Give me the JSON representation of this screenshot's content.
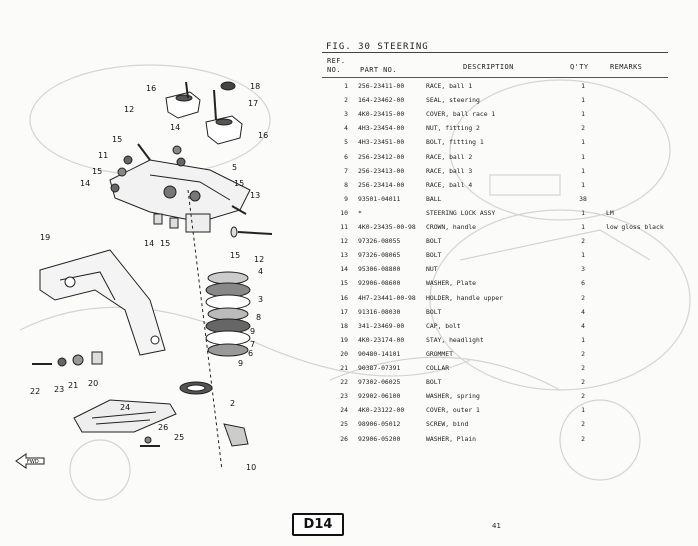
{
  "header": {
    "figure_title": "FIG. 30  STEERING"
  },
  "table": {
    "columns": {
      "ref_no_1": "REF.",
      "ref_no_2": "NO.",
      "part_no": "PART NO.",
      "description": "DESCRIPTION",
      "qty": "Q'TY",
      "remarks": "REMARKS"
    },
    "rows": [
      {
        "ref": "1",
        "part": "256-23411-00",
        "desc": "RACE, ball 1",
        "qty": "1",
        "rem": ""
      },
      {
        "ref": "2",
        "part": "164-23462-00",
        "desc": "SEAL, steering",
        "qty": "1",
        "rem": ""
      },
      {
        "ref": "3",
        "part": "4K0-23415-00",
        "desc": "COVER, ball race 1",
        "qty": "1",
        "rem": ""
      },
      {
        "ref": "4",
        "part": "4H3-23454-00",
        "desc": "NUT, fitting 2",
        "qty": "2",
        "rem": ""
      },
      {
        "ref": "5",
        "part": "4H3-23451-00",
        "desc": "BOLT, fitting 1",
        "qty": "1",
        "rem": ""
      },
      {
        "ref": "6",
        "part": "256-23412-00",
        "desc": "RACE, ball 2",
        "qty": "1",
        "rem": ""
      },
      {
        "ref": "7",
        "part": "256-23413-00",
        "desc": "RACE, ball 3",
        "qty": "1",
        "rem": ""
      },
      {
        "ref": "8",
        "part": "256-23414-00",
        "desc": "RACE, ball 4",
        "qty": "1",
        "rem": ""
      },
      {
        "ref": "9",
        "part": "93501-04011",
        "desc": "BALL",
        "qty": "38",
        "rem": ""
      },
      {
        "ref": "10",
        "part": "*",
        "desc": "STEERING LOCK ASSY",
        "qty": "1",
        "rem": "LM"
      },
      {
        "ref": "11",
        "part": "4K0-23435-00-98",
        "desc": "CROWN, handle",
        "qty": "1",
        "rem": "low gloss black"
      },
      {
        "ref": "12",
        "part": "97326-08055",
        "desc": "BOLT",
        "qty": "2",
        "rem": ""
      },
      {
        "ref": "13",
        "part": "97326-08065",
        "desc": "BOLT",
        "qty": "1",
        "rem": ""
      },
      {
        "ref": "14",
        "part": "95306-08800",
        "desc": "NUT",
        "qty": "3",
        "rem": ""
      },
      {
        "ref": "15",
        "part": "92906-08600",
        "desc": "WASHER, Plate",
        "qty": "6",
        "rem": ""
      },
      {
        "ref": "16",
        "part": "4H7-23441-00-98",
        "desc": "HOLDER, handle upper",
        "qty": "2",
        "rem": ""
      },
      {
        "ref": "17",
        "part": "91316-08030",
        "desc": "BOLT",
        "qty": "4",
        "rem": ""
      },
      {
        "ref": "18",
        "part": "341-23469-00",
        "desc": "CAP, bolt",
        "qty": "4",
        "rem": ""
      },
      {
        "ref": "19",
        "part": "4K0-23174-00",
        "desc": "STAY, headlight",
        "qty": "1",
        "rem": ""
      },
      {
        "ref": "20",
        "part": "90480-14101",
        "desc": "GROMMET",
        "qty": "2",
        "rem": ""
      },
      {
        "ref": "21",
        "part": "90387-07391",
        "desc": "COLLAR",
        "qty": "2",
        "rem": ""
      },
      {
        "ref": "22",
        "part": "97302-06025",
        "desc": "BOLT",
        "qty": "2",
        "rem": ""
      },
      {
        "ref": "23",
        "part": "92902-06100",
        "desc": "WASHER, spring",
        "qty": "2",
        "rem": ""
      },
      {
        "ref": "24",
        "part": "4K0-23122-00",
        "desc": "COVER, outer 1",
        "qty": "1",
        "rem": ""
      },
      {
        "ref": "25",
        "part": "98906-05012",
        "desc": "SCREW, bind",
        "qty": "2",
        "rem": ""
      },
      {
        "ref": "26",
        "part": "92906-05200",
        "desc": "WASHER, Plain",
        "qty": "2",
        "rem": ""
      }
    ]
  },
  "diagram": {
    "callouts": [
      "18",
      "16",
      "17",
      "12",
      "14",
      "15",
      "16",
      "11",
      "15",
      "5",
      "14",
      "15",
      "13",
      "19",
      "14",
      "15",
      "15",
      "12",
      "4",
      "3",
      "8",
      "9",
      "7",
      "6",
      "9",
      "22",
      "23",
      "21",
      "20",
      "2",
      "24",
      "26",
      "25",
      "10"
    ],
    "fwd_label": "FWD"
  },
  "footer": {
    "page_code": "D14",
    "page_number": "41"
  }
}
